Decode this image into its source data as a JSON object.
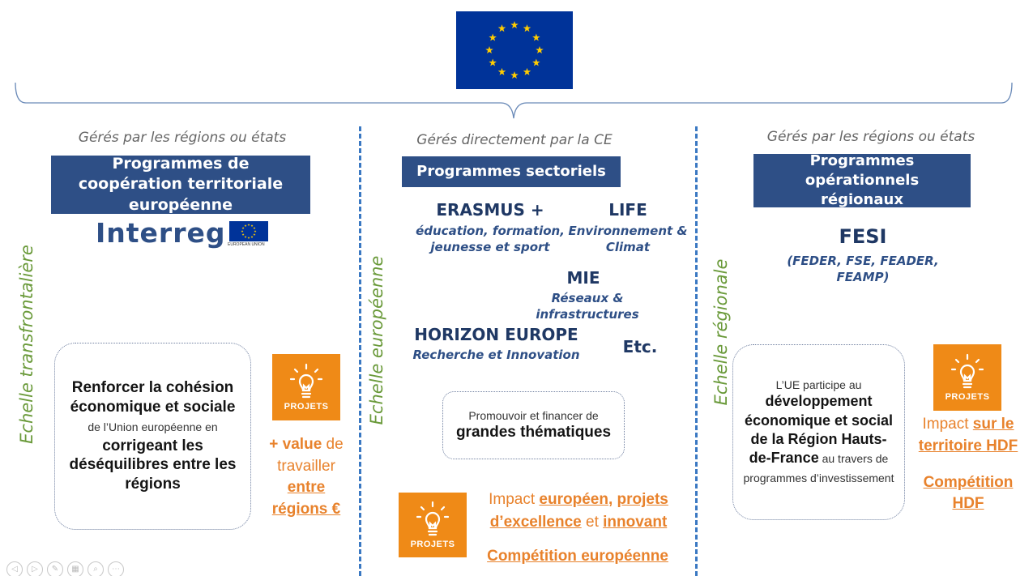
{
  "header": {
    "eu_flag_icon": "eu-flag-icon"
  },
  "left": {
    "managed_by": "Gérés par les régions ou états",
    "title": "Programmes de coopération territoriale européenne",
    "logo_text": "Interreg",
    "logo_sub": "EUROPEAN UNION",
    "scale": "Echelle transfrontalière",
    "objective": {
      "p1": "Renforcer la cohésion économique et sociale",
      "p2": " de l’Union européenne en ",
      "p3": "corrigeant les déséquilibres entre les régions"
    },
    "projects_label": "PROJETS",
    "value_1": "+ value",
    "value_2": " de travailler ",
    "value_3": "entre régions €"
  },
  "center": {
    "managed_by": "Gérés directement par la CE",
    "title": "Programmes sectoriels",
    "scale": "Echelle européenne",
    "programs": [
      {
        "name": "ERASMUS +",
        "desc": "éducation, formation, jeunesse et sport"
      },
      {
        "name": "LIFE",
        "desc": "Environnement & Climat"
      },
      {
        "name": "MIE",
        "desc": "Réseaux & infrastructures"
      },
      {
        "name": "HORIZON EUROPE",
        "desc": "Recherche et Innovation"
      }
    ],
    "etc": "Etc.",
    "objective": {
      "p1": "Promouvoir et financer de",
      "p2": "grandes thématiques"
    },
    "projects_label": "PROJETS",
    "impact_1": "Impact ",
    "impact_2": "européen",
    "impact_3": ", ",
    "impact_4": "projets d’excellence",
    "impact_5": " et ",
    "impact_6": "innovant",
    "competition": "Compétition européenne"
  },
  "right": {
    "managed_by": "Gérés par les régions ou états",
    "title": "Programmes opérationnels régionaux",
    "program": "FESI",
    "program_desc": "(FEDER, FSE, FEADER, FEAMP)",
    "scale": "Echelle régionale",
    "objective": {
      "p1": "L’UE participe au",
      "p2": "développement économique et social de la Région Hauts-de-France",
      "p3": " au travers de programmes d’investissement"
    },
    "projects_label": "PROJETS",
    "impact_1": "Impact ",
    "impact_2": "sur le territoire HDF",
    "competition": "Compétition HDF"
  },
  "colors": {
    "eu_blue": "#003399",
    "eu_yellow": "#ffcc00",
    "title_box": "#2e4f86",
    "accent_orange": "#e8822c",
    "scale_green": "#6a9a3a",
    "dash_blue": "#3a78c2"
  }
}
